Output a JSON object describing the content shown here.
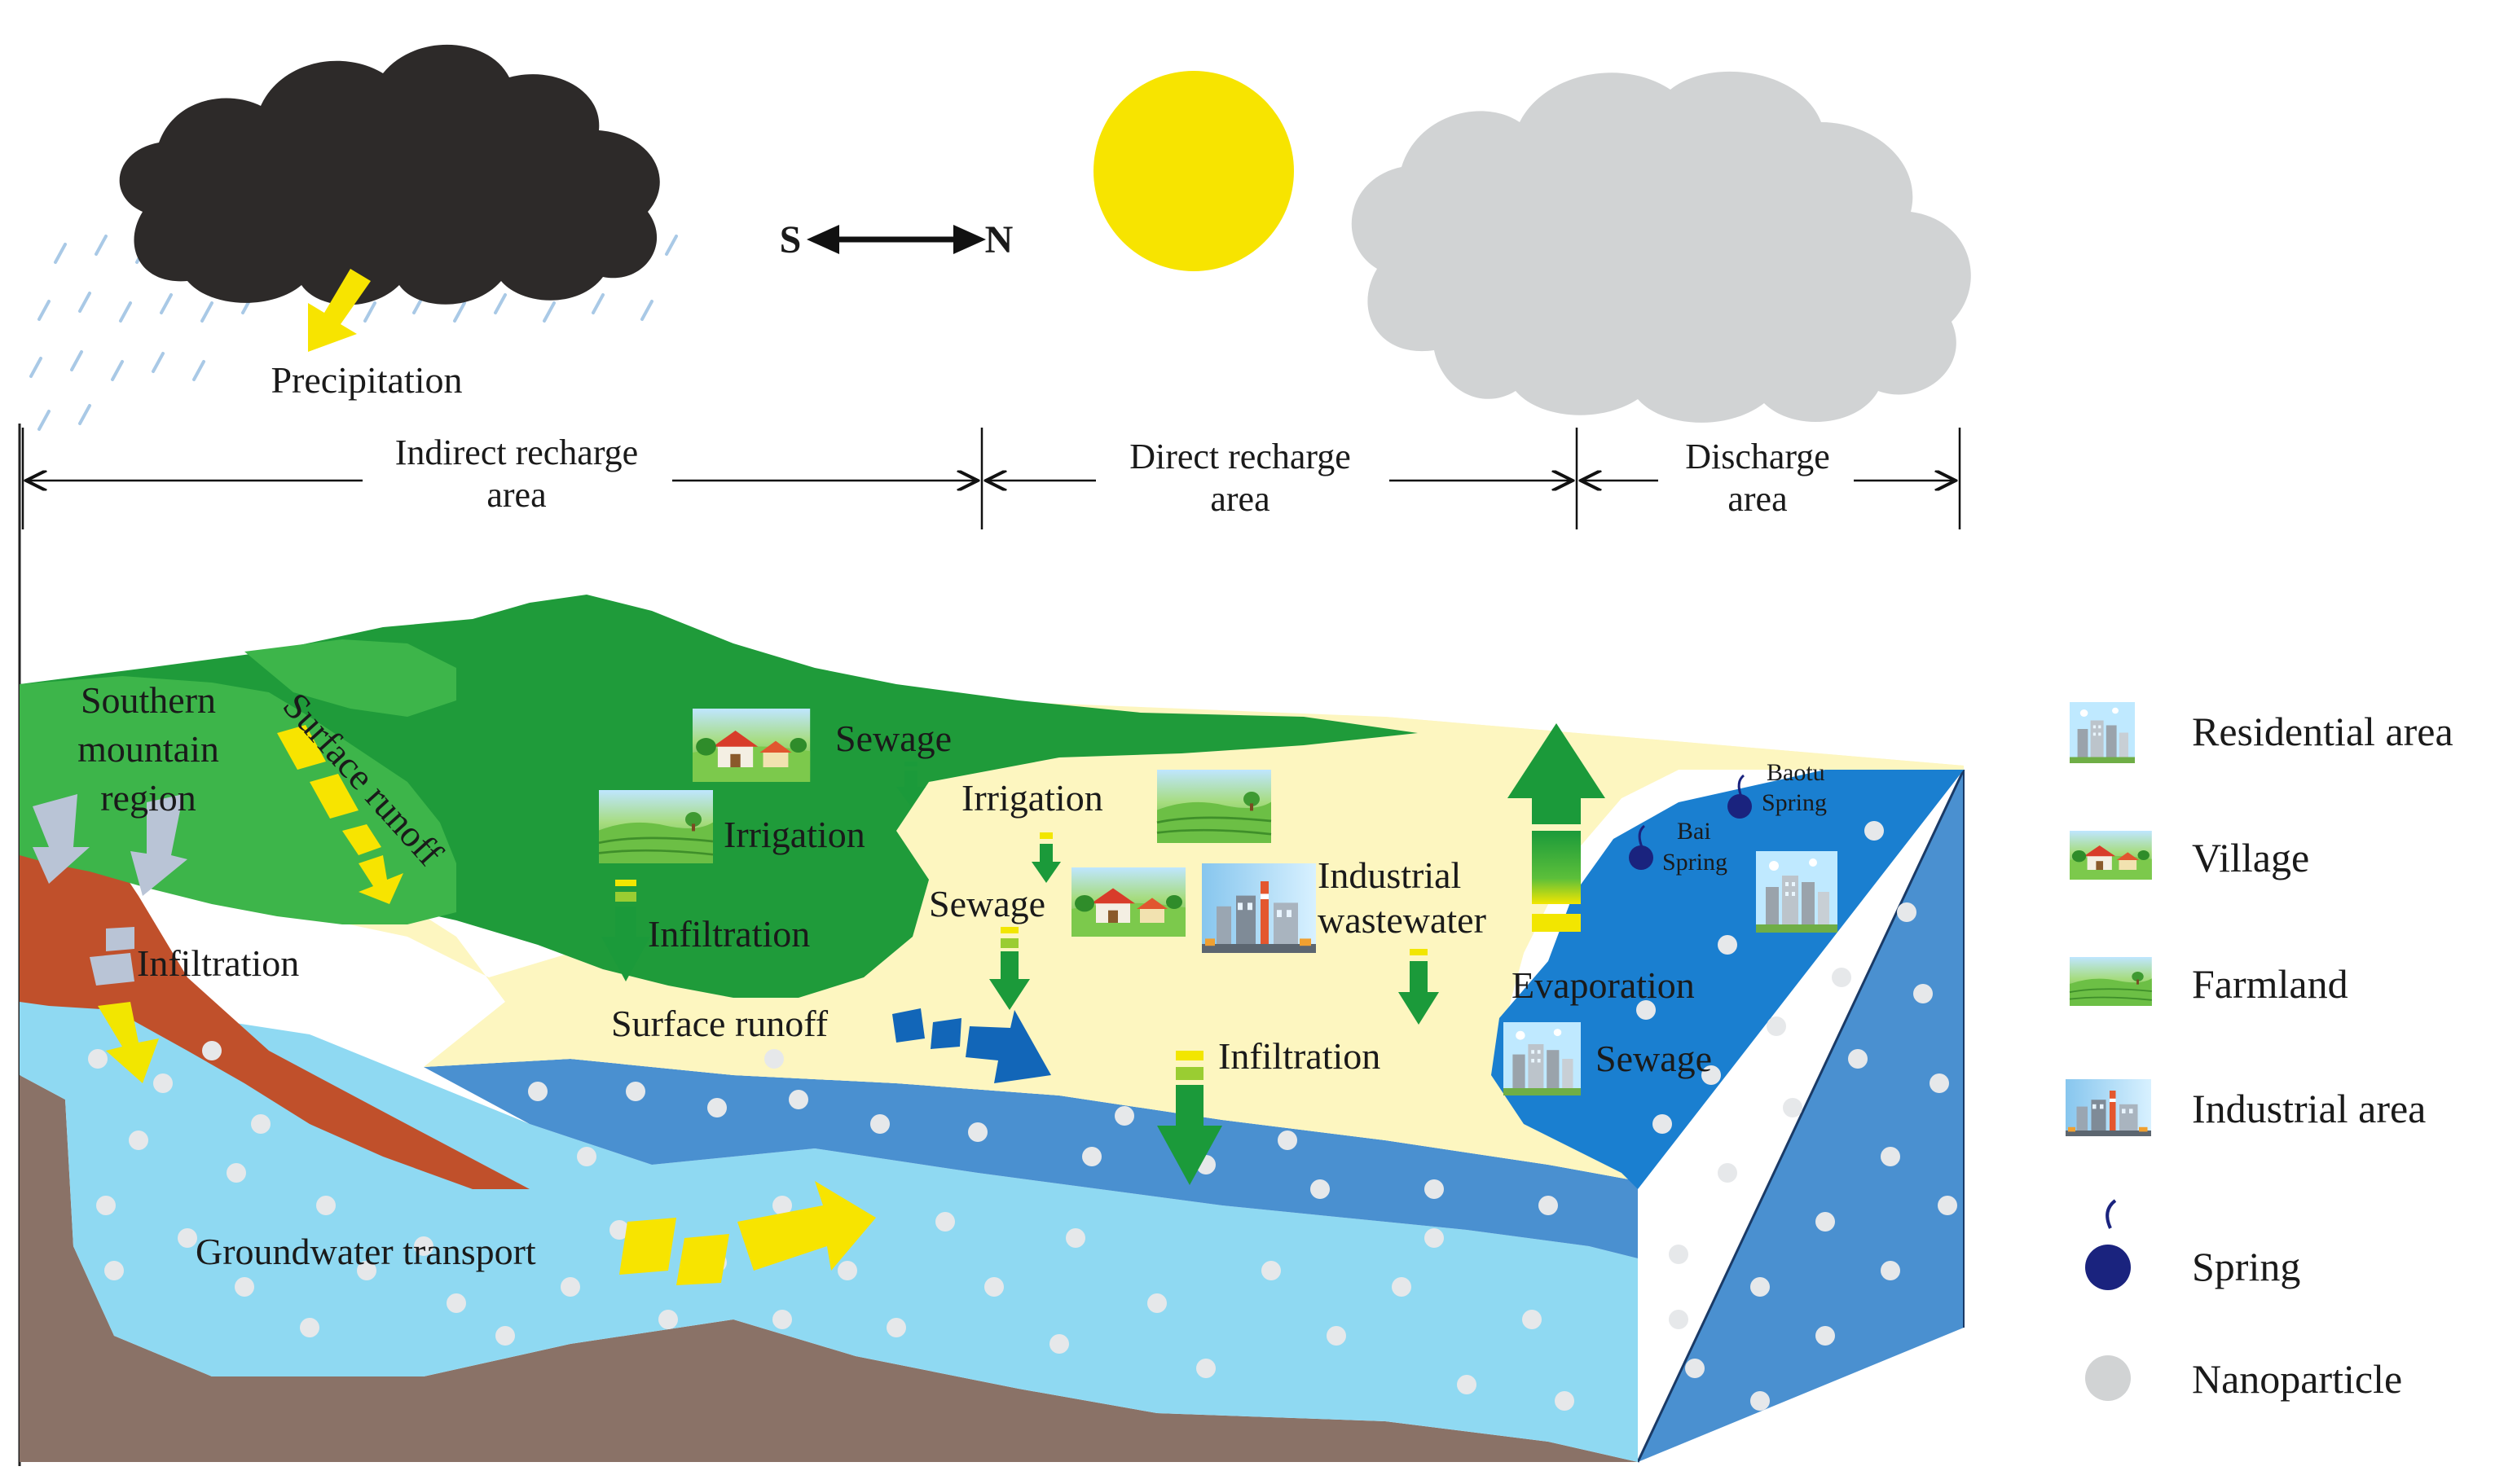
{
  "compass": {
    "south": "S",
    "north": "N"
  },
  "weather": {
    "precipitation": "Precipitation"
  },
  "zones": [
    {
      "line1": "Indirect recharge",
      "line2": "area"
    },
    {
      "line1": "Direct recharge",
      "line2": "area"
    },
    {
      "line1": "Discharge",
      "line2": "area"
    }
  ],
  "labels": {
    "southern_line1": "Southern",
    "southern_line2": "mountain",
    "southern_line3": "region",
    "surface_runoff_diag": "Surface runoff",
    "infiltration_left": "Infiltration",
    "sewage_top": "Sewage",
    "irrigation_left": "Irrigation",
    "infiltration_mid": "Infiltration",
    "irrigation_mid": "Irrigation",
    "sewage_mid": "Sewage",
    "industrial_line1": "Industrial",
    "industrial_line2": "wastewater",
    "surface_runoff": "Surface runoff",
    "infiltration_right": "Infiltration",
    "evaporation": "Evaporation",
    "sewage_right": "Sewage",
    "groundwater_transport": "Groundwater transport",
    "baotu_line1": "Baotu",
    "baotu_line2": "Spring",
    "bai_line1": "Bai",
    "bai_line2": "Spring"
  },
  "legend": [
    {
      "label": "Residential area",
      "icon": "residential-icon"
    },
    {
      "label": "Village",
      "icon": "village-icon"
    },
    {
      "label": "Farmland",
      "icon": "farmland-icon"
    },
    {
      "label": "Industrial area",
      "icon": "industrial-icon"
    },
    {
      "label": "Spring",
      "icon": "spring-icon"
    },
    {
      "label": "Nanoparticle",
      "icon": "nanoparticle-icon"
    }
  ],
  "colors": {
    "storm_cloud": "#2d2a29",
    "grey_cloud": "#d1d3d4",
    "sun": "#f7e400",
    "dark_green": "#1f9b3a",
    "light_green": "#3db54a",
    "sand": "#fdf6c0",
    "clay": "#c0502b",
    "bedrock": "#8a7267",
    "light_aquifer": "#8fd9f2",
    "mid_aquifer": "#4a90d0",
    "deep_blue": "#1a7fd0",
    "yellow_arrow": "#f7e400",
    "green_arrow": "#1b9a3a",
    "blue_arrow": "#1266b8",
    "spring_dot": "#1a237e"
  }
}
